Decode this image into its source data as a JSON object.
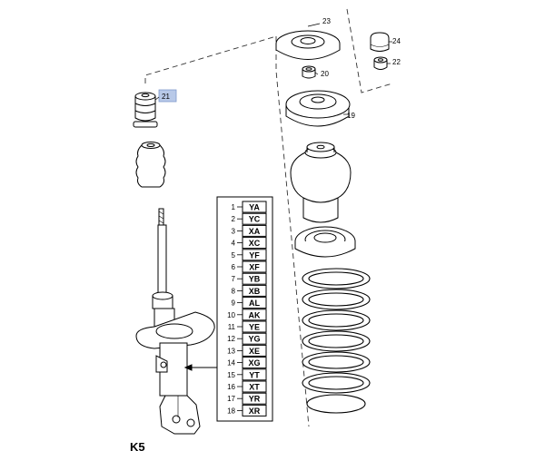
{
  "diagram": {
    "sheet_label": "K5",
    "callouts": {
      "top_mount": "23",
      "nut": "20",
      "bearing": "19",
      "bump_stop": "21",
      "cap": "24",
      "bolt_nut": "22"
    },
    "variants": [
      {
        "index": "1",
        "code": "YA"
      },
      {
        "index": "2",
        "code": "YC"
      },
      {
        "index": "3",
        "code": "XA"
      },
      {
        "index": "4",
        "code": "XC"
      },
      {
        "index": "5",
        "code": "YF"
      },
      {
        "index": "6",
        "code": "XF"
      },
      {
        "index": "7",
        "code": "YB"
      },
      {
        "index": "8",
        "code": "XB"
      },
      {
        "index": "9",
        "code": "AL"
      },
      {
        "index": "10",
        "code": "AK"
      },
      {
        "index": "11",
        "code": "YE"
      },
      {
        "index": "12",
        "code": "YG"
      },
      {
        "index": "13",
        "code": "XE"
      },
      {
        "index": "14",
        "code": "XG"
      },
      {
        "index": "15",
        "code": "YT"
      },
      {
        "index": "16",
        "code": "XT"
      },
      {
        "index": "17",
        "code": "YR"
      },
      {
        "index": "18",
        "code": "XR"
      }
    ]
  }
}
